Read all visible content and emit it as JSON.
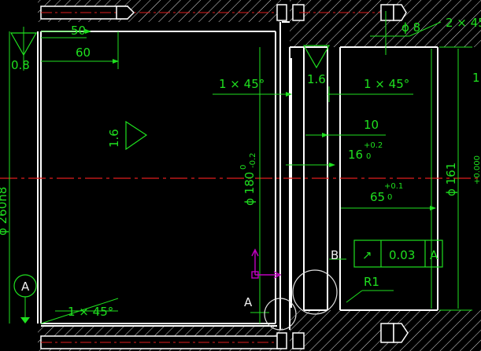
{
  "drawing": {
    "dims": {
      "d50": "50",
      "d60": "60",
      "d08": "0.8",
      "d_phi8": "ϕ 8",
      "d_2x45_top": "2 × 45",
      "d_1x45_left": "1 × 45°",
      "d_1x45_mid": "1 × 45°",
      "d_1x45_bot": "1 × 45°",
      "d_rough16_top": "1.6",
      "d_rough16_mid": "1.6",
      "d_10": "10",
      "d_16": "16",
      "d_16_tol_up": "+0.2",
      "d_16_tol_low": "0",
      "d_65": "65",
      "d_65_tol_up": "+0.1",
      "d_65_tol_low": "0",
      "d_phi180": "ϕ 180",
      "d_phi180_tol_up": "0",
      "d_phi180_tol_low": "-0.2",
      "d_phi161": "ϕ 161",
      "d_phi260": "ϕ 260h8",
      "d_R1": "R1",
      "d_one_right": "1",
      "d_right_tol": "+0.000"
    },
    "datums": {
      "A_circle": "A",
      "A_leader": "A",
      "B_leader": "B"
    },
    "fcf": {
      "symbol": "↗",
      "tolerance": "0.03",
      "datum": "A"
    },
    "colors": {
      "background": "#000000",
      "outline": "#ffffff",
      "dimension": "#1fe01f",
      "center": "#e01e1e",
      "hatch": "#e0e0e0",
      "ucs": "#c000c0"
    }
  }
}
